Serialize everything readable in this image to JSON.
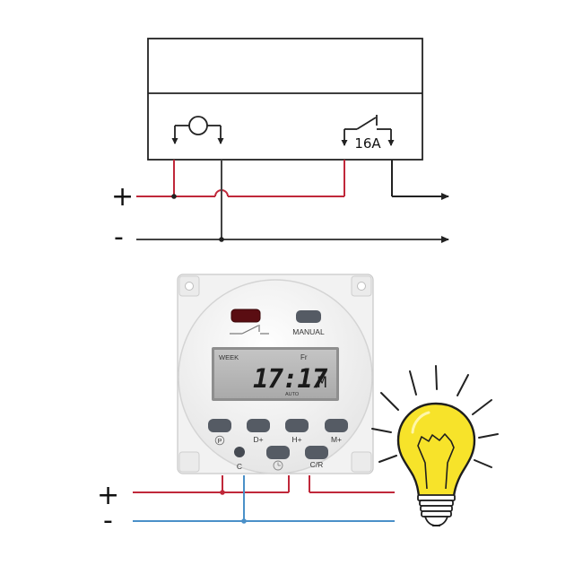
{
  "colors": {
    "positive_wire": "#c0283a",
    "negative_wire": "#444444",
    "signal_wire": "#4a90c8",
    "lcd_background": "#b8b8b8",
    "button": "#555b64",
    "bulb_yellow": "#f7e32a"
  },
  "top_diagram": {
    "plus_sign": "+",
    "minus_sign": "-",
    "switch_rating": "16A"
  },
  "device": {
    "manual_label": "MANUAL",
    "lcd": {
      "week_label": "WEEK",
      "day_label": "Fr",
      "time": "17:17",
      "suffix": "M",
      "mode": "AUTO"
    },
    "buttons": {
      "p_label": "P",
      "d_label": "D+",
      "h_label": "H+",
      "m_label": "M+",
      "c_label": "C",
      "cr_label": "C/R"
    }
  },
  "bottom_diagram": {
    "plus_sign": "+",
    "minus_sign": "-"
  },
  "icons": [
    "bulb-icon",
    "clock-icon",
    "switch-icon",
    "coil-icon"
  ]
}
